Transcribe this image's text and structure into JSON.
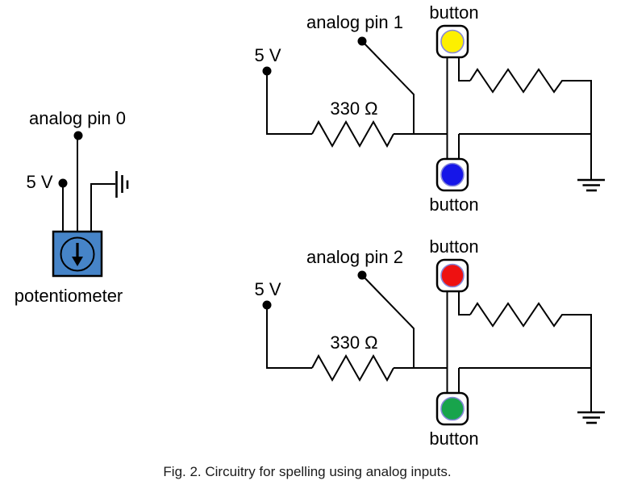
{
  "figure": {
    "caption": "Fig. 2. Circuitry for spelling using analog inputs."
  },
  "colors": {
    "wire": "#000000",
    "button_ring": "#8486d8",
    "potentiometer_body": "#4684c8"
  },
  "pot_circuit": {
    "analog_pin_label": "analog pin 0",
    "supply_label": "5 V",
    "component_label": "potentiometer",
    "body_color": "#4684c8"
  },
  "circuit1": {
    "analog_pin_label": "analog pin 1",
    "supply_label": "5 V",
    "resistor_label": "330 Ω",
    "top_button": {
      "label": "button",
      "color": "#fdf000"
    },
    "bottom_button": {
      "label": "button",
      "color": "#1616e8"
    }
  },
  "circuit2": {
    "analog_pin_label": "analog pin 2",
    "supply_label": "5 V",
    "resistor_label": "330 Ω",
    "top_button": {
      "label": "button",
      "color": "#ee1111"
    },
    "bottom_button": {
      "label": "button",
      "color": "#18a44c"
    }
  }
}
